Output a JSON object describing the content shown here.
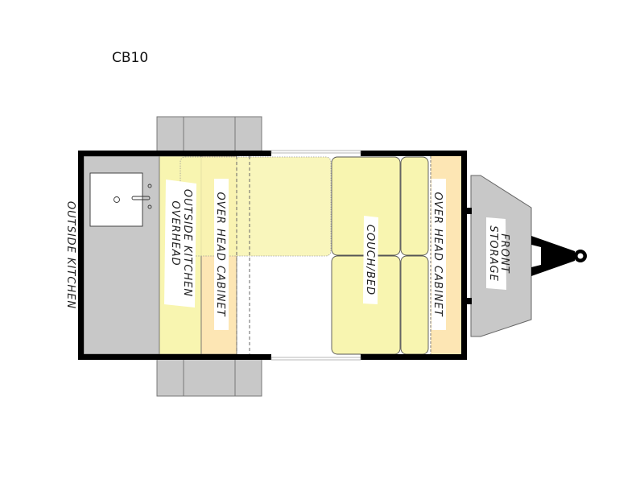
{
  "title": "CB10",
  "labels": {
    "outside_kitchen": "OUTSIDE KITCHEN",
    "outside_kitchen_overhead_1": "OUTSIDE KITCHEN",
    "outside_kitchen_overhead_2": "OVERHEAD",
    "overhead_cabinet_rear": "OVER HEAD CABINET",
    "couch_bed": "COUCH/BED",
    "overhead_cabinet_front": "OVER HEAD CABINET",
    "front_storage_1": "FRONT",
    "front_storage_2": "STORAGE"
  },
  "colors": {
    "wall": "#000000",
    "kitchen_gray": "#c8c8c8",
    "yellow": "#f8f5b0",
    "orange": "#fde6b4"
  }
}
